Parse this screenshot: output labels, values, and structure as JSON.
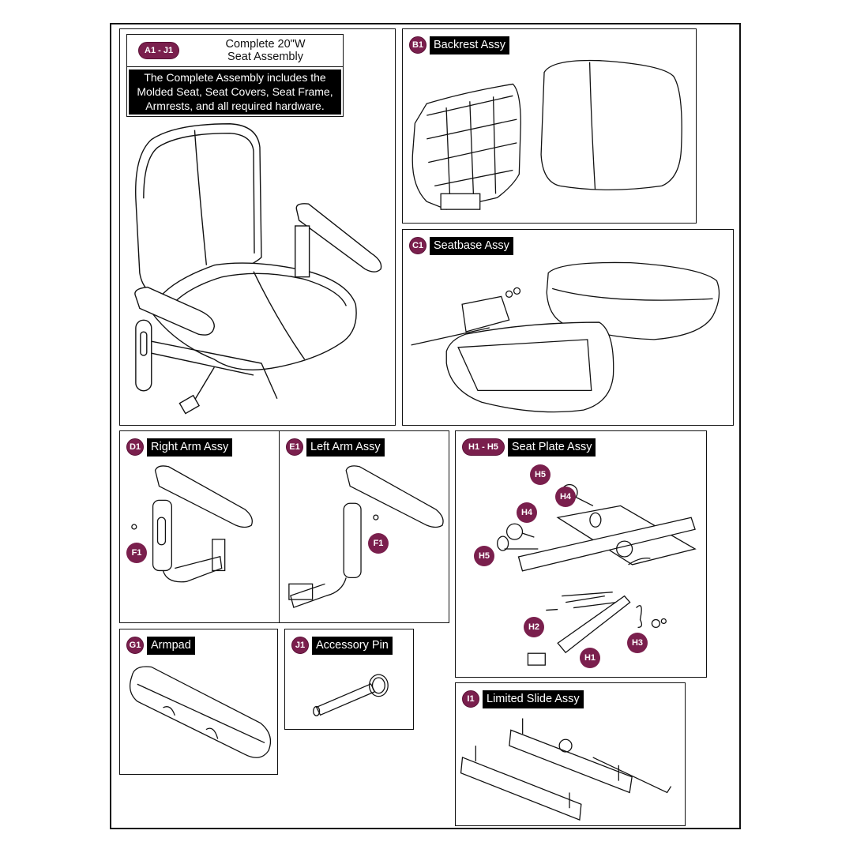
{
  "colors": {
    "badge": "#7a1f4d",
    "label_bg": "#000000",
    "line": "#111111"
  },
  "panels": {
    "a1": {
      "badge": "A1 - J1",
      "title": "Complete 20\"W\nSeat Assembly",
      "description": "The Complete Assembly includes the Molded Seat, Seat Covers, Seat Frame, Armrests, and all required hardware."
    },
    "b1": {
      "badge": "B1",
      "label": "Backrest Assy"
    },
    "c1": {
      "badge": "C1",
      "label": "Seatbase Assy"
    },
    "d1": {
      "badge": "D1",
      "label": "Right Arm Assy",
      "callouts": [
        "F1"
      ]
    },
    "e1": {
      "badge": "E1",
      "label": "Left Arm Assy",
      "callouts": [
        "F1"
      ]
    },
    "h1": {
      "badge": "H1 - H5",
      "label": "Seat Plate Assy",
      "callouts": [
        "H5",
        "H4",
        "H4",
        "H5",
        "H2",
        "H1",
        "H3"
      ]
    },
    "g1": {
      "badge": "G1",
      "label": "Armpad"
    },
    "j1": {
      "badge": "J1",
      "label": "Accessory Pin"
    },
    "i1": {
      "badge": "I1",
      "label": "Limited Slide Assy"
    }
  }
}
